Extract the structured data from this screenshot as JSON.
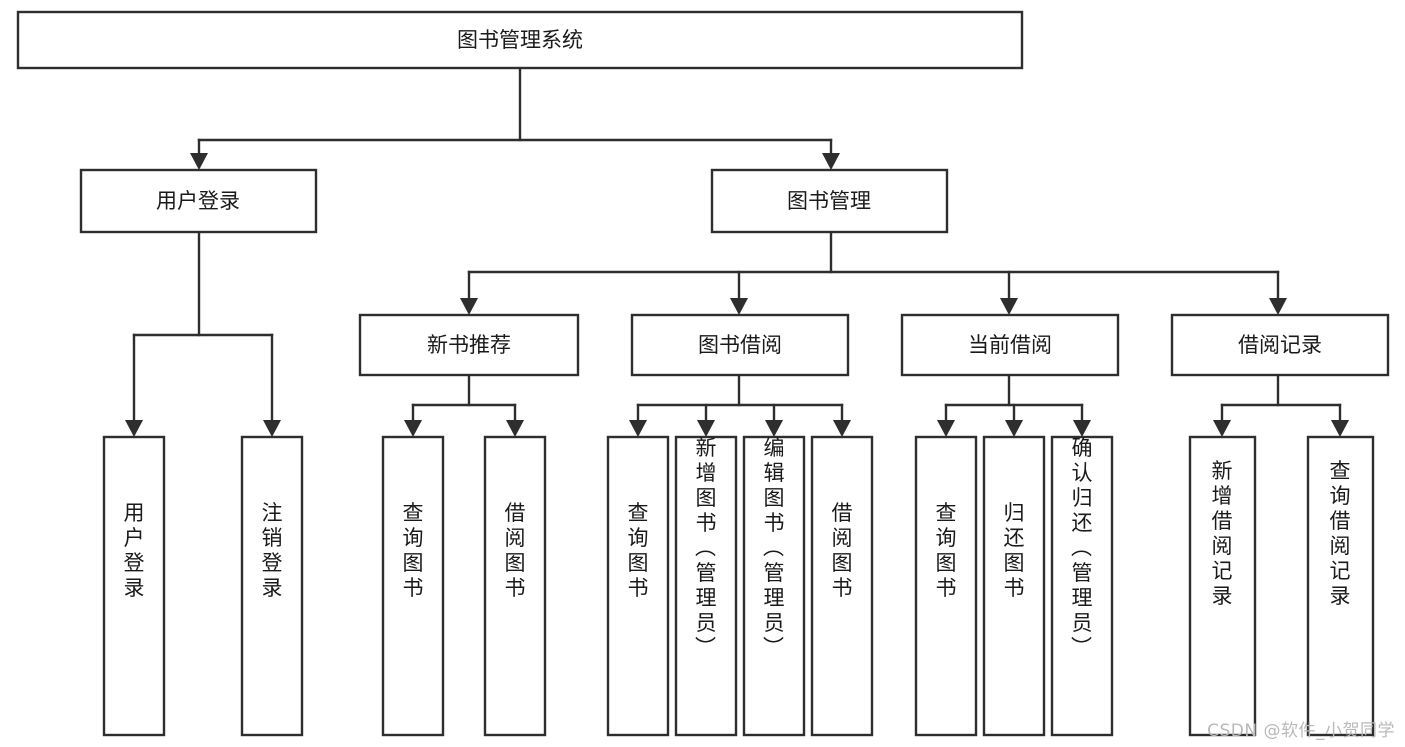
{
  "diagram": {
    "type": "tree-hierarchy",
    "orientation": "top-down",
    "root": {
      "label": "图书管理系统"
    },
    "colors": {
      "box_stroke": "#2e2e2e",
      "box_fill": "#ffffff",
      "text": "#1a1a1a",
      "background": "#ffffff",
      "watermark": "#b9b9b9"
    },
    "level1": [
      {
        "label": "用户登录"
      },
      {
        "label": "图书管理"
      }
    ],
    "level2": [
      {
        "label": "新书推荐"
      },
      {
        "label": "图书借阅"
      },
      {
        "label": "当前借阅"
      },
      {
        "label": "借阅记录"
      }
    ],
    "leaves": {
      "user_login": [
        {
          "label": "用户登录"
        },
        {
          "label": "注销登录"
        }
      ],
      "new_book_recommend": [
        {
          "label": "查询图书"
        },
        {
          "label": "借阅图书"
        }
      ],
      "book_borrow": [
        {
          "label": "查询图书"
        },
        {
          "label": "新增图书（管理员）"
        },
        {
          "label": "编辑图书（管理员）"
        },
        {
          "label": "借阅图书"
        }
      ],
      "current_borrow": [
        {
          "label": "查询图书"
        },
        {
          "label": "归还图书"
        },
        {
          "label": "确认归还（管理员）"
        }
      ],
      "borrow_record": [
        {
          "label": "新增借阅记录"
        },
        {
          "label": "查询借阅记录"
        }
      ]
    }
  },
  "watermark": {
    "text": "CSDN @软件_小贺同学"
  }
}
